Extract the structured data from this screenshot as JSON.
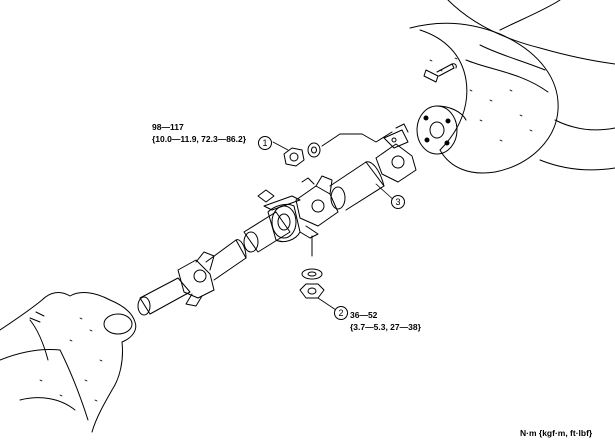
{
  "torque_1": {
    "value": "98—117",
    "detail": "{10.0—11.9, 72.3—86.2}"
  },
  "torque_2": {
    "value": "36—52",
    "detail": "{3.7—5.3, 27—38}"
  },
  "callouts": {
    "c1": "1",
    "c2": "2",
    "c3": "3"
  },
  "units": "N·m {kgf·m, ft·lbf}"
}
